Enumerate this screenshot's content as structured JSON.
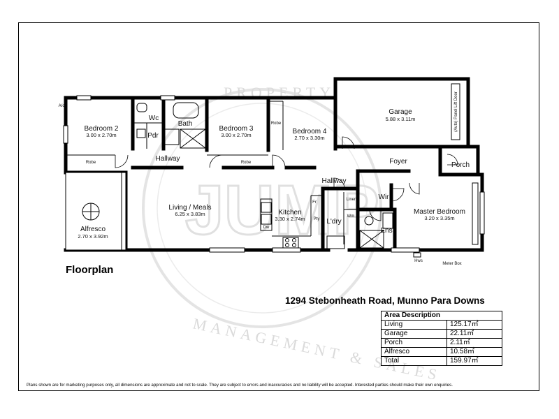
{
  "rooms": {
    "bedroom2": {
      "name": "Bedroom 2",
      "dim": "3.00 x 2.70m"
    },
    "bedroom3": {
      "name": "Bedroom 3",
      "dim": "3.00 x 2.70m"
    },
    "bedroom4": {
      "name": "Bedroom 4",
      "dim": "2.70 x 3.30m"
    },
    "garage": {
      "name": "Garage",
      "dim": "5.88 x 3.11m"
    },
    "living": {
      "name": "Living / Meals",
      "dim": "6.25 x 3.83m"
    },
    "kitchen": {
      "name": "Kitchen",
      "dim": "3.30 x 2.74m"
    },
    "alfresco": {
      "name": "Alfresco",
      "dim": "2.70 x 3.92m"
    },
    "master": {
      "name": "Master Bedroom",
      "dim": "3.20 x 3.35m"
    }
  },
  "labels": {
    "wc": "Wc",
    "pdr": "Pdr",
    "bath": "Bath",
    "hallway_left": "Hallway",
    "hallway_mid": "Hallway",
    "foyer": "Foyer",
    "porch": "Porch",
    "wir": "Wir",
    "ens": "Ens",
    "ldry": "L'dry",
    "robe_b2": "Robe",
    "robe_b3": "Robe",
    "robe_b4": "Robe",
    "pty": "Pty",
    "fr": "Fr",
    "dw": "Dw",
    "linen": "Linen",
    "wm": "Wm",
    "ac": "A/c",
    "hws": "Hws",
    "meter_box": "Meter Box",
    "panel_lift_door": "(Auto) Panel Lift Door"
  },
  "title": "Floorplan",
  "address": "1294 Stebonheath Road, Munno Para Downs",
  "watermark": {
    "top": "PROPERTY",
    "bottom": "MANAGEMENT & SALES",
    "logo": "JUMP"
  },
  "area_table": {
    "header": "Area Description",
    "rows": [
      {
        "label": "Living",
        "value": "125.17㎡"
      },
      {
        "label": "Garage",
        "value": "22.11㎡"
      },
      {
        "label": "Porch",
        "value": "2.11㎡"
      },
      {
        "label": "Alfresco",
        "value": "10.58㎡"
      },
      {
        "label": "Total",
        "value": "159.97㎡"
      }
    ]
  },
  "disclaimer": "Plans shown are for marketing purposes only, all dimensions are approximate and not to scale. They are subject to errors and inaccuracies and no liability will be accepted. Interested parties should make their own enquiries."
}
